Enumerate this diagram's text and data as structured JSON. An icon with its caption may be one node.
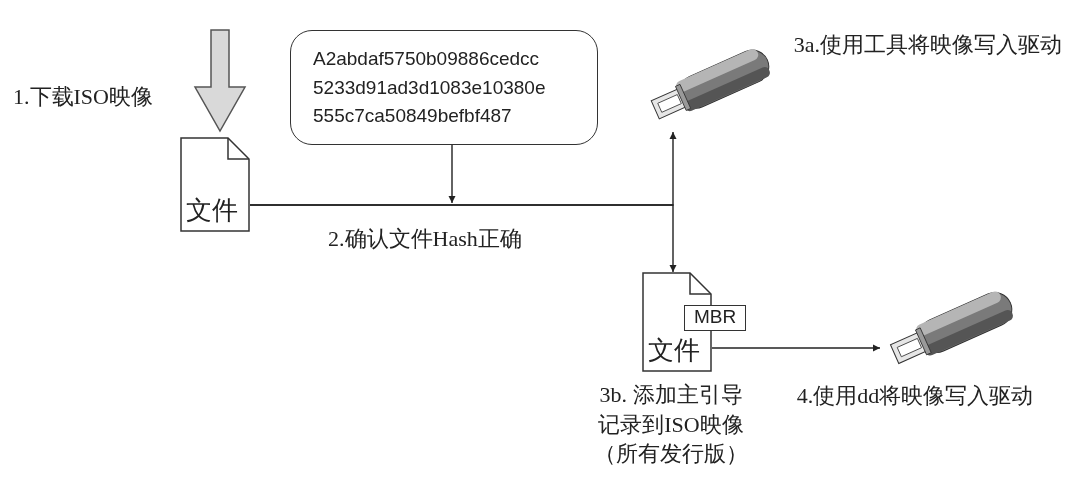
{
  "diagram": {
    "nodes": [
      {
        "text": [
          "文件"
        ]
      },
      {
        "text": [
          "A2abdaf5750b09886cedcc 5233d91ad3d1083e10380e 555c7ca50849befbf487"
        ]
      },
      {
        "text": [],
        "shape": "picture",
        "beside": [
          "3a.使用工具将映像写入驱动"
        ]
      },
      {
        "text": [
          "文件"
        ],
        "beside": [
          "3b. 添加主引导记录到ISO映像（所有发行版）"
        ]
      },
      {
        "text": [
          "MBR"
        ]
      },
      {
        "text": [],
        "shape": "picture",
        "beside": [
          "4.使用dd将映像写入驱动"
        ]
      }
    ],
    "edges": [
      {
        "from": null,
        "to": 0,
        "arrow": "to",
        "label": "1.下载ISO映像",
        "style": "thick",
        "color": "#d9d9d9"
      },
      {
        "from": 1,
        "to": null,
        "arrow": "to"
      },
      {
        "from": 0,
        "to": 2,
        "arrow": "to",
        "label": "2.确认文件Hash正确"
      },
      {
        "from": 0,
        "to": 3,
        "arrow": "to"
      },
      {
        "from": 3,
        "to": 5,
        "arrow": "to"
      }
    ]
  }
}
